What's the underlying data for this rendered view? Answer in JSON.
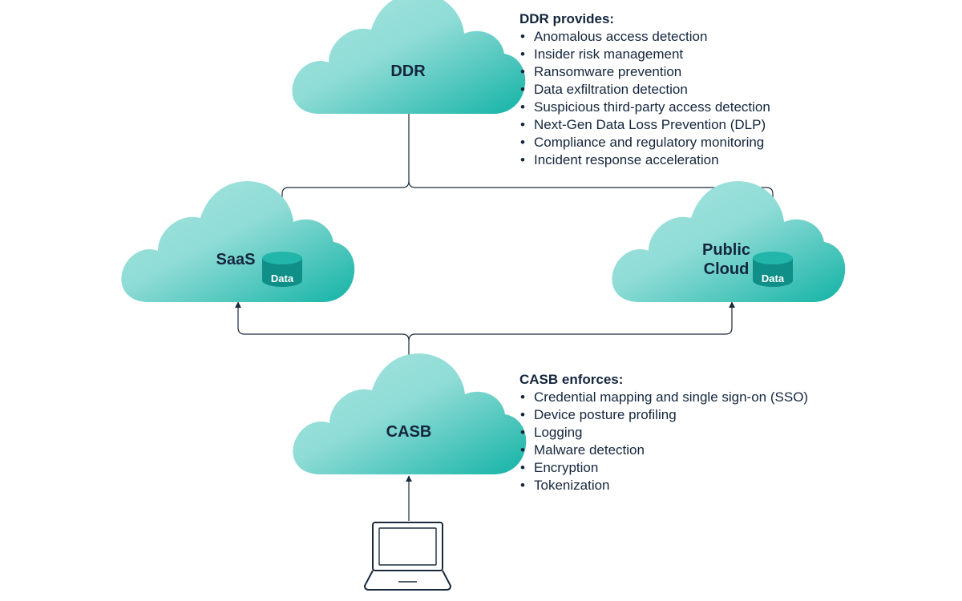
{
  "clouds": {
    "ddr": {
      "label": "DDR"
    },
    "saas": {
      "label": "SaaS",
      "data_label": "Data"
    },
    "public_cloud": {
      "label_line1": "Public",
      "label_line2": "Cloud",
      "data_label": "Data"
    },
    "casb": {
      "label": "CASB"
    }
  },
  "ddr_info": {
    "heading": "DDR provides:",
    "items": [
      "Anomalous access detection",
      "Insider risk management",
      "Ransomware prevention",
      "Data exfiltration detection",
      "Suspicious third-party access detection",
      "Next-Gen Data Loss Prevention (DLP)",
      "Compliance and regulatory monitoring",
      "Incident response acceleration"
    ]
  },
  "casb_info": {
    "heading": "CASB enforces:",
    "items": [
      "Credential mapping and single sign-on (SSO)",
      "Device posture profiling",
      "Logging",
      "Malware detection",
      "Encryption",
      "Tokenization"
    ]
  },
  "colors": {
    "cloud_light": "#a9e4e0",
    "cloud_dark": "#14b3a6",
    "database": "#0f8f87",
    "database_top": "#22b6aa",
    "text": "#14263d",
    "connector": "#1b2a3d"
  },
  "icons": {
    "device": "laptop-icon",
    "storage": "database-icon"
  }
}
